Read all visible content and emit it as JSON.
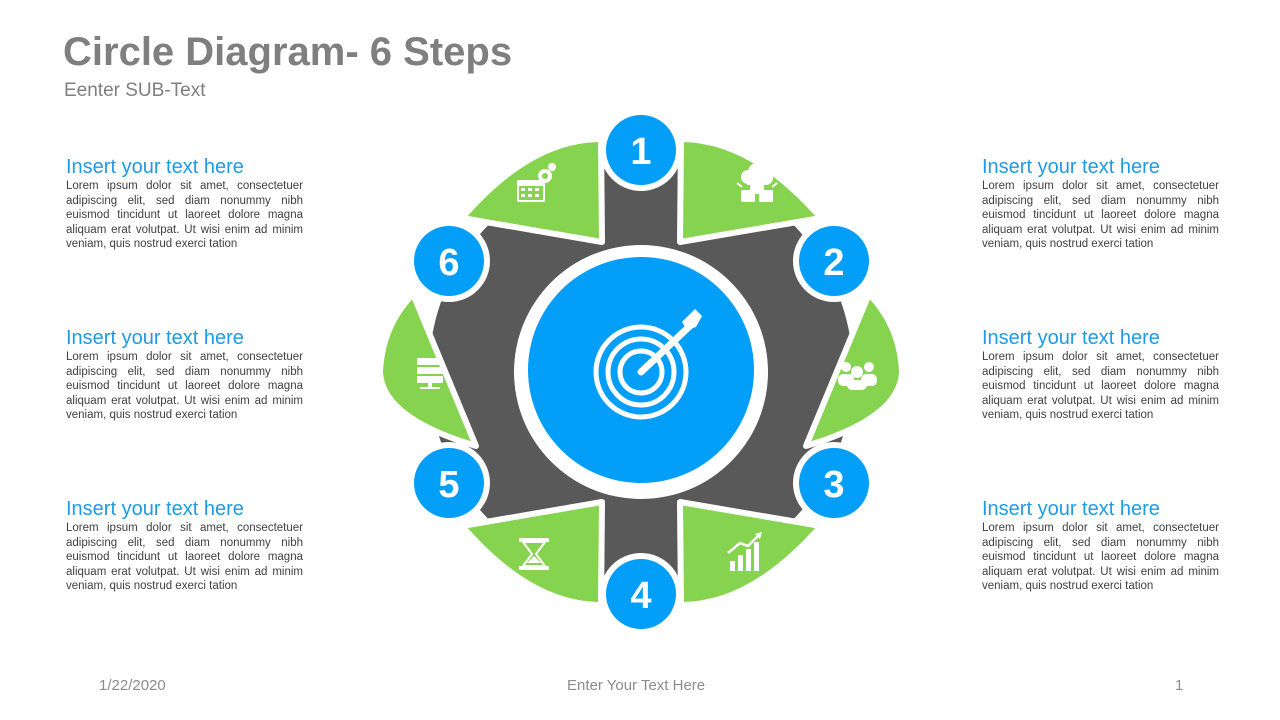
{
  "header": {
    "title": "Circle Diagram- 6 Steps",
    "subtitle": "Eenter SUB-Text"
  },
  "text_blocks": [
    {
      "heading": "Insert your text here",
      "body": "Lorem ipsum dolor sit amet, consectetuer adipiscing elit, sed diam nonummy nibh euismod tincidunt ut laoreet dolore magna aliquam erat volutpat. Ut wisi enim ad minim veniam, quis nostrud exerci tation"
    },
    {
      "heading": "Insert your text here",
      "body": "Lorem ipsum dolor sit amet, consectetuer adipiscing elit, sed diam nonummy nibh euismod tincidunt ut laoreet dolore magna aliquam erat volutpat. Ut wisi enim ad minim veniam, quis nostrud exerci tation"
    },
    {
      "heading": "Insert your text here",
      "body": "Lorem ipsum dolor sit amet, consectetuer adipiscing elit, sed diam nonummy nibh euismod tincidunt ut laoreet dolore magna aliquam erat volutpat. Ut wisi enim ad minim veniam, quis nostrud exerci tation"
    },
    {
      "heading": "Insert your text here",
      "body": "Lorem ipsum dolor sit amet, consectetuer adipiscing elit, sed diam nonummy nibh euismod tincidunt ut laoreet dolore magna aliquam erat volutpat. Ut wisi enim ad minim veniam, quis nostrud exerci tation"
    },
    {
      "heading": "Insert your text here",
      "body": "Lorem ipsum dolor sit amet, consectetuer adipiscing elit, sed diam nonummy nibh euismod tincidunt ut laoreet dolore magna aliquam erat volutpat. Ut wisi enim ad minim veniam, quis nostrud exerci tation"
    },
    {
      "heading": "Insert your text here",
      "body": "Lorem ipsum dolor sit amet, consectetuer adipiscing elit, sed diam nonummy nibh euismod tincidunt ut laoreet dolore magna aliquam erat volutpat. Ut wisi enim ad minim veniam, quis nostrud exerci tation"
    }
  ],
  "diagram": {
    "steps": [
      {
        "number": "1",
        "icon": "gear-calendar-icon"
      },
      {
        "number": "2",
        "icon": "cloud-boxes-icon"
      },
      {
        "number": "3",
        "icon": "people-icon"
      },
      {
        "number": "4",
        "icon": "growth-chart-icon"
      },
      {
        "number": "5",
        "icon": "hourglass-icon"
      },
      {
        "number": "6",
        "icon": "server-icon"
      }
    ],
    "center_icon": "target-arrow-icon",
    "colors": {
      "blue": "#039ef8",
      "green": "#86d350",
      "dark": "#595959",
      "white": "#ffffff"
    }
  },
  "footer": {
    "date": "1/22/2020",
    "center_text": "Enter Your  Text  Here",
    "page_number": "1"
  }
}
